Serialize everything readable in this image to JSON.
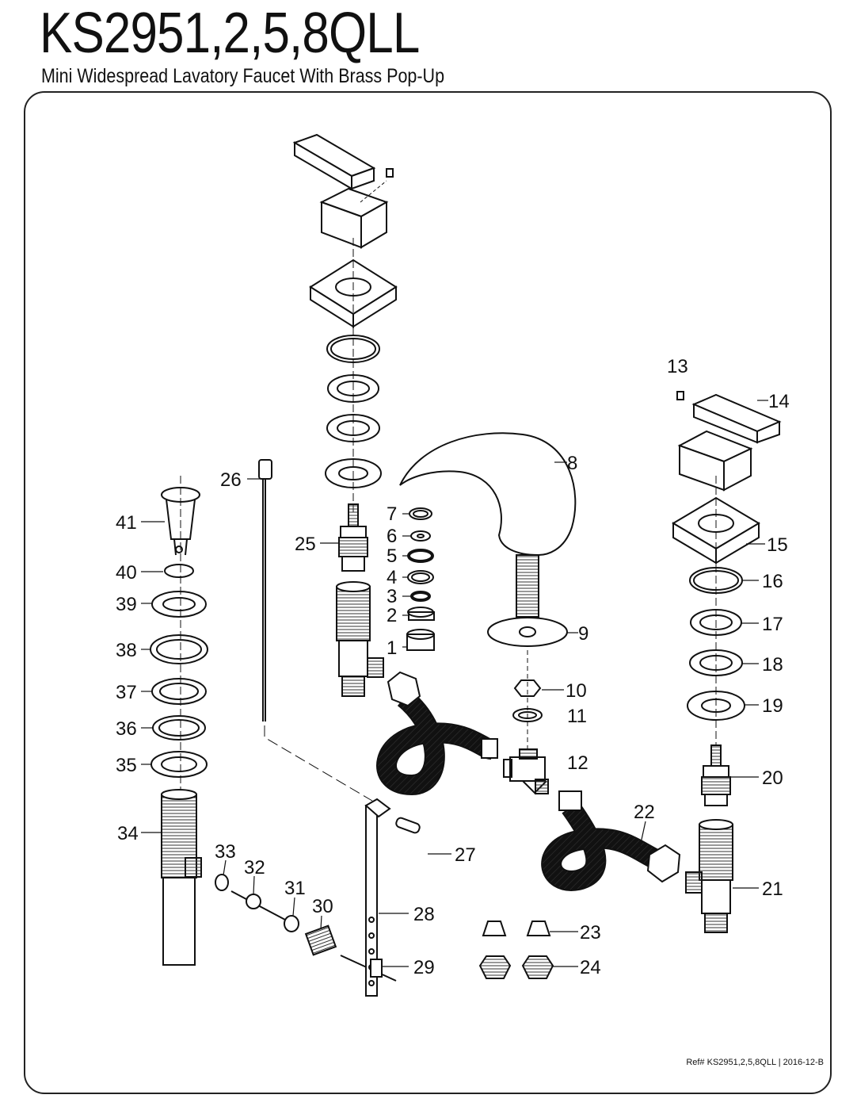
{
  "title": "KS2951,2,5,8QLL",
  "subtitle": "Mini Widespread Lavatory Faucet With Brass Pop-Up",
  "reference": "Ref# KS2951,2,5,8QLL | 2016-12-B",
  "callouts": [
    "1",
    "2",
    "3",
    "4",
    "5",
    "6",
    "7",
    "8",
    "9",
    "10",
    "11",
    "12",
    "13",
    "14",
    "15",
    "16",
    "17",
    "18",
    "19",
    "20",
    "21",
    "22",
    "23",
    "24",
    "25",
    "26",
    "27",
    "28",
    "29",
    "30",
    "31",
    "32",
    "33",
    "34",
    "35",
    "36",
    "37",
    "38",
    "39",
    "40",
    "41"
  ]
}
